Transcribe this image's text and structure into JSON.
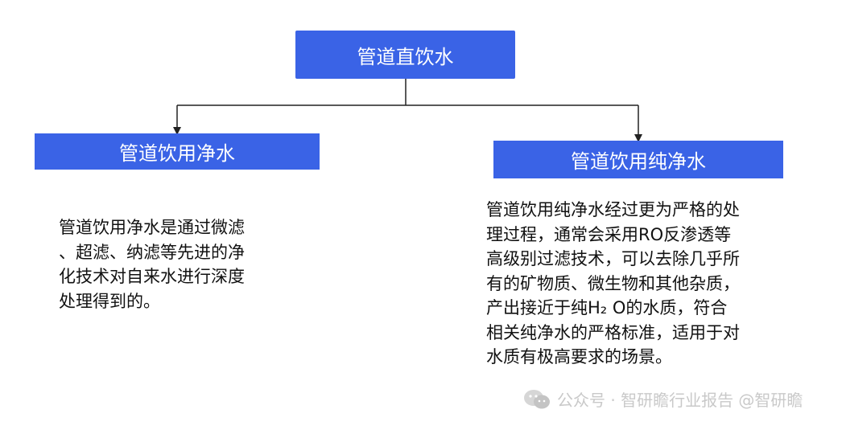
{
  "root": {
    "label": "管道直饮水"
  },
  "branches": [
    {
      "label": "管道饮用净水",
      "description": "管道饮用净水是通过微滤\n、超滤、纳滤等先进的净\n化技术对自来水进行深度\n处理得到的。"
    },
    {
      "label": "管道饮用纯净水",
      "description": "管道饮用纯净水经过更为严格的处\n理过程，通常会采用RO反渗透等\n高级别过滤技术，可以去除几乎所\n有的矿物质、微生物和其他杂质，\n产出接近于纯H₂ O的水质，符合\n相关纯净水的严格标准，适用于对\n水质有极高要求的场景。"
    }
  ],
  "watermark": {
    "text": "公众号 · 智研瞻行业报告   @智研瞻",
    "icon": "wechat-icon"
  },
  "colors": {
    "box_fill": "#3a63e6",
    "box_text": "#ffffff",
    "line": "#222222",
    "watermark": "#c9c9c9"
  }
}
